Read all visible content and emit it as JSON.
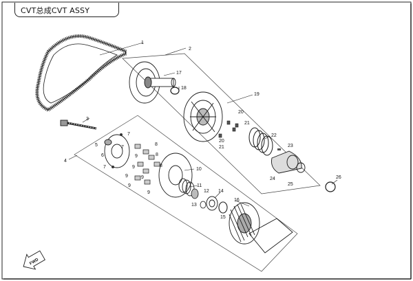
{
  "title": "CVT总成CVT ASSY",
  "direction_label": "FWD",
  "callouts": {
    "c1": "1",
    "c2": "2",
    "c3": "3",
    "c4": "4",
    "c5": "5",
    "c6": "6",
    "c7a": "7",
    "c7b": "7",
    "c7c": "7",
    "c8": "8",
    "c9a": "9",
    "c9b": "9",
    "c9c": "9",
    "c9d": "9",
    "c10": "10",
    "c11": "11",
    "c12": "12",
    "c13": "13",
    "c14": "14",
    "c15": "15",
    "c16": "16",
    "c17": "17",
    "c18": "18",
    "c19": "19",
    "c20a": "20",
    "c20b": "20",
    "c21a": "21",
    "c21b": "21",
    "c22": "22",
    "c23": "23",
    "c24": "24",
    "c25": "25",
    "c26": "26",
    "c8b": "8",
    "c8c": "8",
    "c9e": "9",
    "c9f": "9"
  },
  "colors": {
    "line": "#1a1a1a",
    "background": "#ffffff"
  }
}
